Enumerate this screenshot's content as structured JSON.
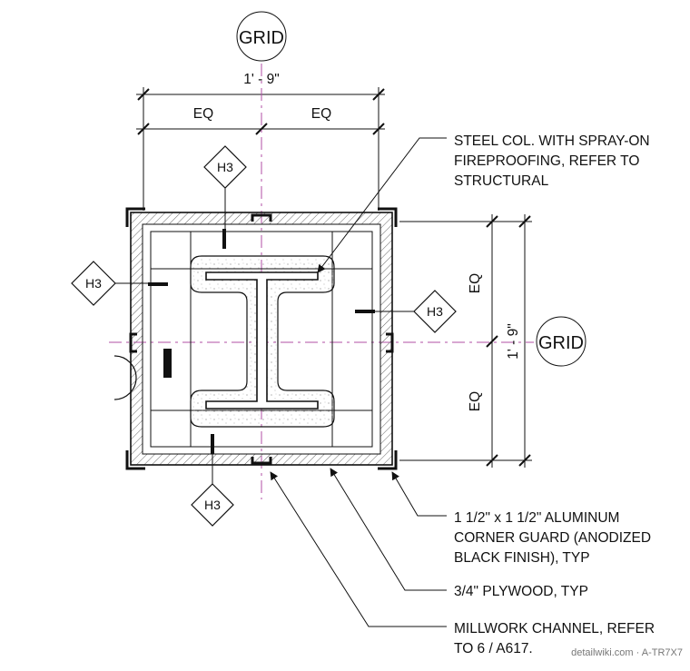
{
  "grid_top": {
    "label": "GRID",
    "dimension": "1' - 9\"",
    "eq_left": "EQ",
    "eq_right": "EQ"
  },
  "grid_right": {
    "label": "GRID",
    "dimension": "1' - 9\"",
    "eq_top": "EQ",
    "eq_bottom": "EQ"
  },
  "tags": {
    "top": "H3",
    "left": "H3",
    "right": "H3",
    "bottom": "H3"
  },
  "notes": {
    "steel_col": [
      "STEEL COL. WITH SPRAY-ON",
      "FIREPROOFING, REFER TO",
      "STRUCTURAL"
    ],
    "corner_guard": [
      "1 1/2\" x 1 1/2\" ALUMINUM",
      "CORNER GUARD (ANODIZED",
      "BLACK FINISH), TYP"
    ],
    "plywood": [
      "3/4\" PLYWOOD, TYP"
    ],
    "millwork": [
      "MILLWORK CHANNEL, REFER",
      "TO  6 / A617."
    ]
  },
  "watermark": "detailwiki.com · A-TR7X7",
  "colors": {
    "line": "#111111",
    "grid_dash": "#b04fa6",
    "hatch": "#555555"
  }
}
